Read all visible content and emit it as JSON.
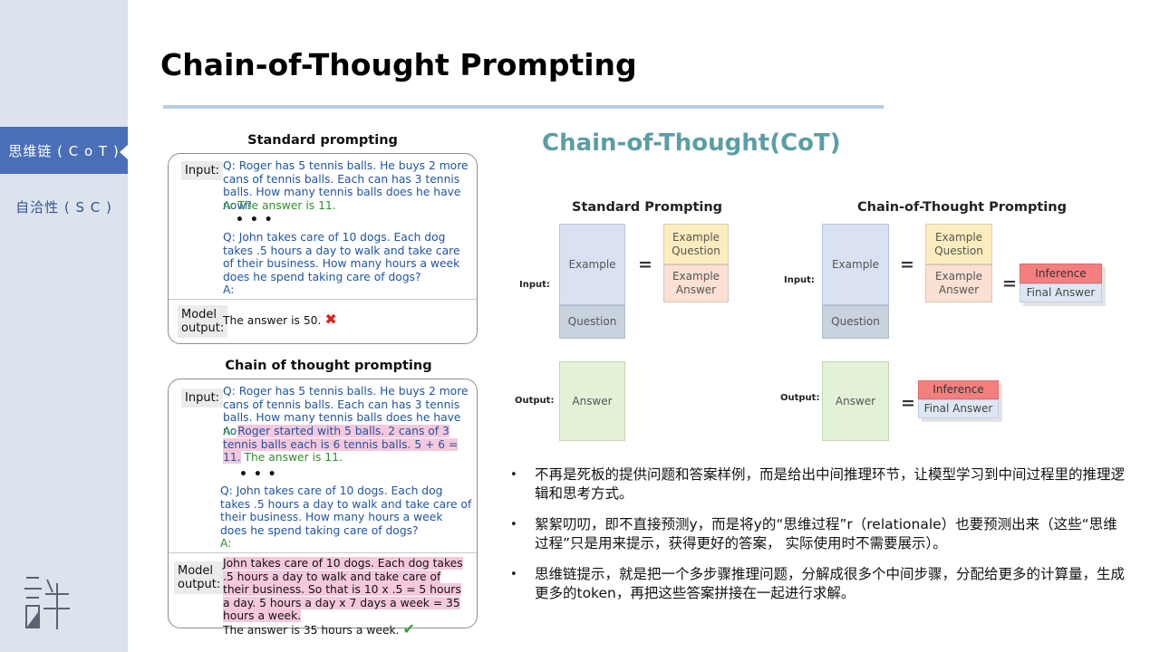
{
  "sidebar": {
    "items": [
      {
        "label": "思维链 ( C o T )",
        "active": true
      },
      {
        "label": "自洽性 ( S C )",
        "active": false
      }
    ],
    "logo": "許"
  },
  "header": {
    "title": "Chain-of-Thought Prompting"
  },
  "left_figure": {
    "standard": {
      "title": "Standard prompting",
      "input_label": "Input:",
      "q1": "Q: Roger has 5 tennis balls. He buys 2 more cans of tennis balls. Each can has 3 tennis balls. How many tennis balls does he have now?",
      "a1": "A: The answer is 11.",
      "dots": "• • •",
      "q2": "Q: John takes care of 10 dogs.  Each dog takes .5 hours a day to walk and take care of their business.  How many hours a week does he spend taking care of dogs?",
      "a2": "A:",
      "output_label_1": "Model",
      "output_label_2": "output:",
      "output": "The answer is 50.",
      "output_mark": "✖"
    },
    "cot": {
      "title": "Chain of thought prompting",
      "input_label": "Input:",
      "q1": "Q: Roger has 5 tennis balls. He buys 2 more cans of tennis balls. Each can has 3 tennis balls. How many tennis balls does he have now?",
      "a1_prefix": "A: ",
      "a1_reason": "Roger started with 5 balls. 2 cans of 3 tennis balls each is 6 tennis balls. 5 + 6 = 11.",
      "a1_answer": " The answer is 11.",
      "dots": "• • •",
      "q2": "Q: John takes care of 10 dogs. Each dog takes .5 hours a day to walk and take care of their business.  How many hours a week does he spend taking care of dogs?",
      "a2": "A:",
      "output_label_1": "Model",
      "output_label_2": "output:",
      "output_reason": "John takes care of 10 dogs. Each dog takes .5 hours a day to walk and take care of their business. So that is 10 x .5 = 5 hours a day. 5 hours a day x 7 days a week = 35 hours a week.",
      "output_answer": "The answer is 35 hours a week.",
      "output_mark": "✔"
    }
  },
  "diagram": {
    "title": "Chain-of-Thought(CoT)",
    "standard": {
      "title": "Standard Prompting",
      "input_label": "Input:",
      "output_label": "Output:",
      "example": "Example",
      "question": "Question",
      "example_question": "Example Question",
      "example_answer": "Example Answer",
      "answer": "Answer",
      "eq": "="
    },
    "cot": {
      "title": "Chain-of-Thought Prompting",
      "input_label": "Input:",
      "output_label": "Output:",
      "example": "Example",
      "question": "Question",
      "example_question": "Example Question",
      "example_answer": "Example Answer",
      "inference": "Inference",
      "final_answer": "Final Answer",
      "answer": "Answer",
      "eq": "="
    }
  },
  "bullets": [
    "不再是死板的提供问题和答案样例，而是给出中间推理环节，让模型学习到中间过程里的推理逻辑和思考方式。",
    "絮絮叨叨，即不直接预测y，而是将y的“思维过程”r（relationale）也要预测出来（这些“思维过程”只是用来提示，获得更好的答案， 实际使用时不需要展示）。",
    "思维链提示，就是把一个多步骤推理问题，分解成很多个中间步骤，分配给更多的计算量，生成更多的token，再把这些答案拼接在一起进行求解。"
  ],
  "colors": {
    "sidebar_bg": "#dde3ec",
    "sidebar_active": "#4a6fb8",
    "accent_teal": "#5b9ea5",
    "question_blue": "#1f54a5",
    "answer_green": "#2f8f2f",
    "highlight_pink": "#f6c8dc"
  }
}
